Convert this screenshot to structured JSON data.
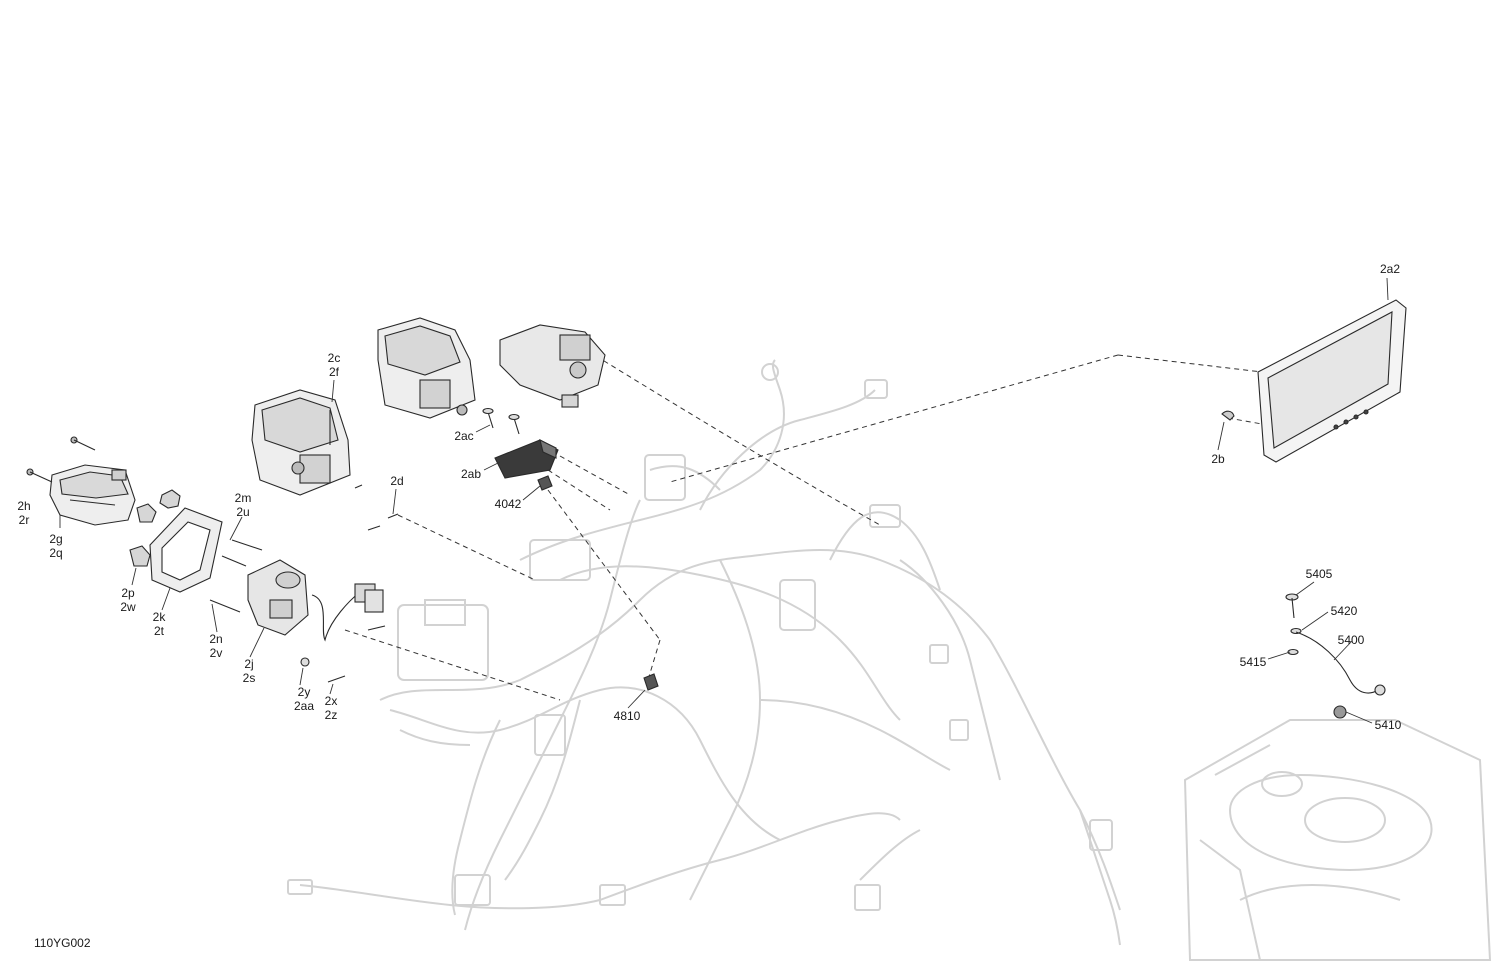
{
  "figure_id": "110YG002",
  "labels": {
    "l_2h": "2h",
    "l_2r": "2r",
    "l_2g": "2g",
    "l_2q": "2q",
    "l_2p": "2p",
    "l_2w": "2w",
    "l_2k": "2k",
    "l_2t": "2t",
    "l_2m": "2m",
    "l_2u": "2u",
    "l_2n": "2n",
    "l_2v": "2v",
    "l_2j": "2j",
    "l_2s": "2s",
    "l_2y": "2y",
    "l_2aa": "2aa",
    "l_2x": "2x",
    "l_2z": "2z",
    "l_2c": "2c",
    "l_2f": "2f",
    "l_2d": "2d",
    "l_2ac": "2ac",
    "l_2ab": "2ab",
    "l_4042": "4042",
    "l_4810": "4810",
    "l_2a2": "2a2",
    "l_2b": "2b",
    "l_5405": "5405",
    "l_5420": "5420",
    "l_5400": "5400",
    "l_5415": "5415",
    "l_5410": "5410"
  }
}
